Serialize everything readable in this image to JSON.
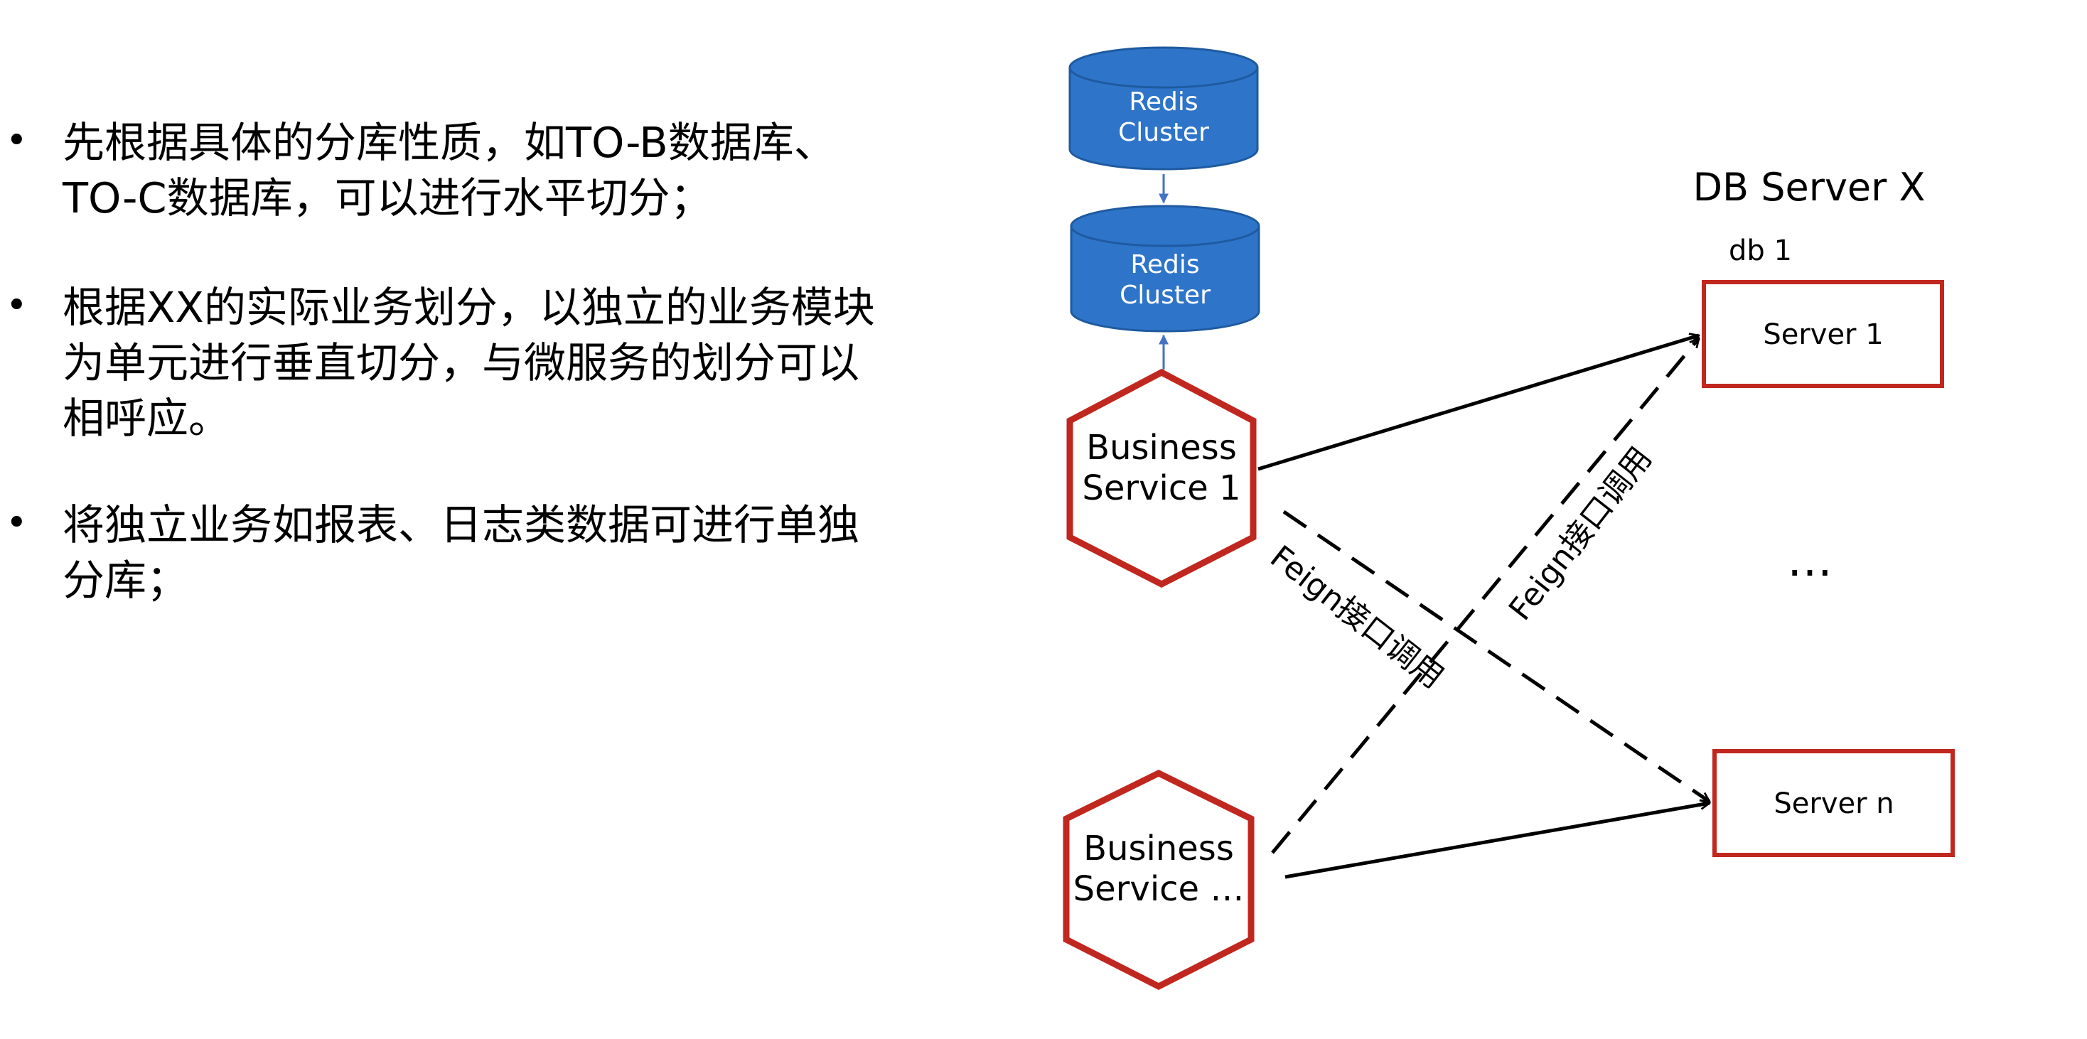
{
  "bullets": [
    {
      "lines": [
        "先根据具体的分库性质，如TO-B数据库、",
        "TO-C数据库，可以进行水平切分；"
      ]
    },
    {
      "lines": [
        "根据XX的实际业务划分，以独立的业务模块",
        "为单元进行垂直切分，与微服务的划分可以",
        "相呼应。"
      ]
    },
    {
      "lines": [
        "将独立业务如报表、日志类数据可进行单独",
        "分库；"
      ]
    }
  ],
  "bullet_symbol": "•",
  "diagram": {
    "redis_top": {
      "line1": "Redis",
      "line2": "Cluster"
    },
    "redis_bottom": {
      "line1": "Redis",
      "line2": "Cluster"
    },
    "service_1": {
      "line1": "Business",
      "line2": "Service 1"
    },
    "service_n": {
      "line1": "Business",
      "line2": "Service …"
    },
    "db_title": "DB Server X",
    "db_label": "db 1",
    "server_1": "Server 1",
    "server_n": "Server n",
    "ellipsis": "…",
    "feign_left": "Feign接口调用",
    "feign_right": "Feign接口调用"
  },
  "colors": {
    "redis_fill": "#2e75c9",
    "redis_stroke": "#1f5aa0",
    "hexagon_stroke": "#c0281f",
    "server_stroke": "#c0281f",
    "arrow": "#000000",
    "redis_arrow": "#4472c4"
  }
}
